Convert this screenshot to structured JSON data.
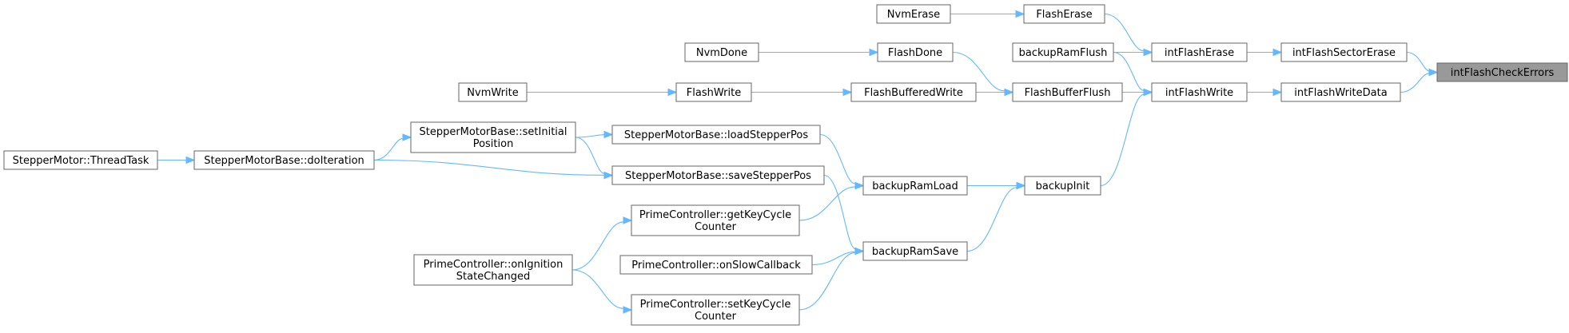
{
  "graph": {
    "root": "intFlashCheckErrors",
    "nodes": {
      "intFlashCheckErrors": [
        "intFlashCheckErrors"
      ],
      "intFlashSectorErase": [
        "intFlashSectorErase"
      ],
      "intFlashWriteData": [
        "intFlashWriteData"
      ],
      "intFlashErase": [
        "intFlashErase"
      ],
      "intFlashWrite": [
        "intFlashWrite"
      ],
      "FlashErase": [
        "FlashErase"
      ],
      "NvmErase": [
        "NvmErase"
      ],
      "backupRamFlush": [
        "backupRamFlush"
      ],
      "FlashBufferFlush": [
        "FlashBufferFlush"
      ],
      "FlashDone": [
        "FlashDone"
      ],
      "NvmDone": [
        "NvmDone"
      ],
      "FlashBufferedWrite": [
        "FlashBufferedWrite"
      ],
      "FlashWrite": [
        "FlashWrite"
      ],
      "NvmWrite": [
        "NvmWrite"
      ],
      "backupInit": [
        "backupInit"
      ],
      "backupRamLoad": [
        "backupRamLoad"
      ],
      "backupRamSave": [
        "backupRamSave"
      ],
      "loadStepperPos": [
        "StepperMotorBase::loadStepperPos"
      ],
      "saveStepperPos": [
        "StepperMotorBase::saveStepperPos"
      ],
      "setInitialPosition": [
        "StepperMotorBase::setInitial",
        "Position"
      ],
      "doIteration": [
        "StepperMotorBase::doIteration"
      ],
      "threadTask": [
        "StepperMotor::ThreadTask"
      ],
      "getKeyCycleCounter": [
        "PrimeController::getKeyCycle",
        "Counter"
      ],
      "onSlowCallback": [
        "PrimeController::onSlowCallback"
      ],
      "setKeyCycleCounter": [
        "PrimeController::setKeyCycle",
        "Counter"
      ],
      "onIgnitionStateChanged": [
        "PrimeController::onIgnition",
        "StateChanged"
      ]
    },
    "edges": [
      [
        "intFlashSectorErase",
        "intFlashCheckErrors"
      ],
      [
        "intFlashWriteData",
        "intFlashCheckErrors"
      ],
      [
        "intFlashErase",
        "intFlashSectorErase"
      ],
      [
        "intFlashWrite",
        "intFlashWriteData"
      ],
      [
        "FlashErase",
        "intFlashErase"
      ],
      [
        "backupRamFlush",
        "intFlashErase"
      ],
      [
        "backupRamFlush",
        "intFlashWrite"
      ],
      [
        "FlashBufferFlush",
        "intFlashWrite"
      ],
      [
        "FlashWrite",
        "intFlashWrite"
      ],
      [
        "backupInit",
        "intFlashWrite"
      ],
      [
        "NvmErase",
        "FlashErase"
      ],
      [
        "NvmDone",
        "FlashDone"
      ],
      [
        "FlashDone",
        "FlashBufferFlush"
      ],
      [
        "FlashBufferedWrite",
        "FlashBufferFlush"
      ],
      [
        "FlashWrite",
        "FlashBufferedWrite"
      ],
      [
        "NvmWrite",
        "FlashWrite"
      ],
      [
        "backupRamLoad",
        "backupInit"
      ],
      [
        "backupRamSave",
        "backupInit"
      ],
      [
        "loadStepperPos",
        "backupRamLoad"
      ],
      [
        "getKeyCycleCounter",
        "backupRamLoad"
      ],
      [
        "saveStepperPos",
        "backupRamSave"
      ],
      [
        "onSlowCallback",
        "backupRamSave"
      ],
      [
        "setKeyCycleCounter",
        "backupRamSave"
      ],
      [
        "setInitialPosition",
        "loadStepperPos"
      ],
      [
        "setInitialPosition",
        "saveStepperPos"
      ],
      [
        "doIteration",
        "saveStepperPos"
      ],
      [
        "doIteration",
        "setInitialPosition"
      ],
      [
        "threadTask",
        "doIteration"
      ],
      [
        "onIgnitionStateChanged",
        "getKeyCycleCounter"
      ],
      [
        "onIgnitionStateChanged",
        "setKeyCycleCounter"
      ]
    ]
  }
}
